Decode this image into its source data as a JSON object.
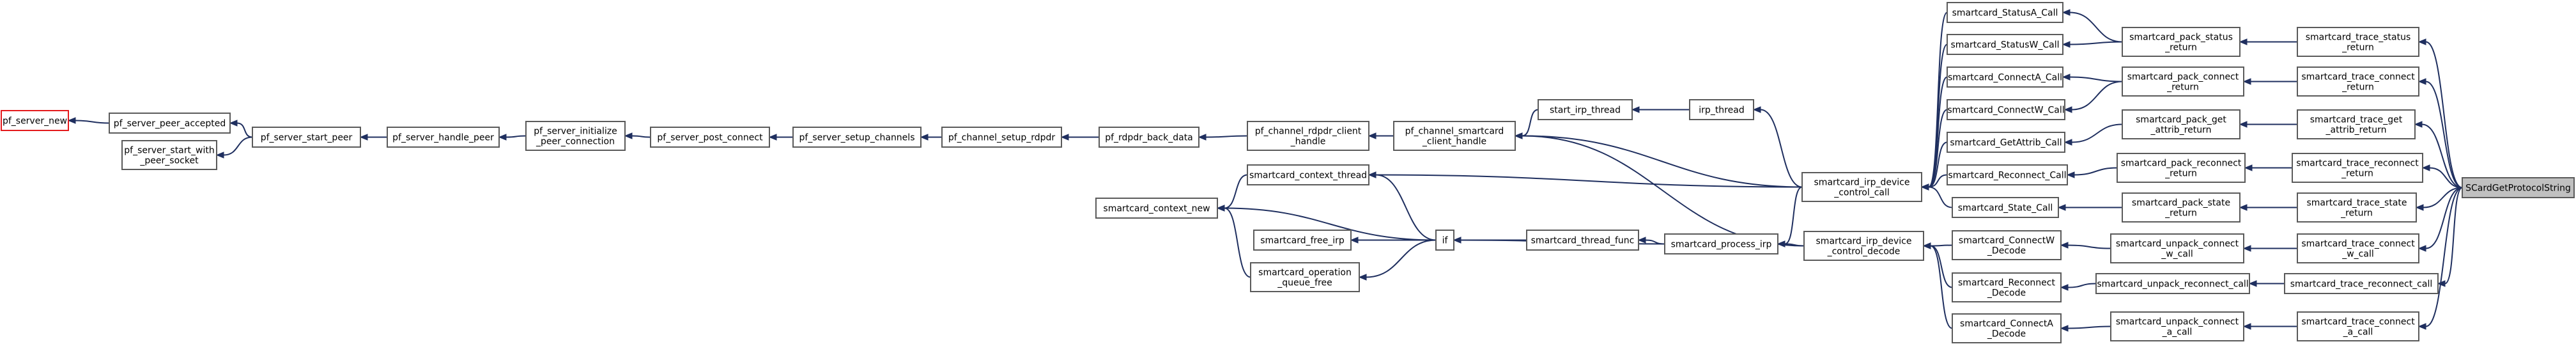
{
  "nodes": {
    "pf_server_new": {
      "lines": [
        "pf_server_new"
      ],
      "highlight": "red"
    },
    "pf_server_peer_accepted": {
      "lines": [
        "pf_server_peer_accepted"
      ]
    },
    "pf_server_start_with_peer_socket": {
      "lines": [
        "pf_server_start_with",
        "_peer_socket"
      ]
    },
    "pf_server_start_peer": {
      "lines": [
        "pf_server_start_peer"
      ]
    },
    "pf_server_handle_peer": {
      "lines": [
        "pf_server_handle_peer"
      ]
    },
    "pf_server_initialize_peer_connection": {
      "lines": [
        "pf_server_initialize",
        "_peer_connection"
      ]
    },
    "pf_server_post_connect": {
      "lines": [
        "pf_server_post_connect"
      ]
    },
    "pf_server_setup_channels": {
      "lines": [
        "pf_server_setup_channels"
      ]
    },
    "pf_channel_setup_rdpdr": {
      "lines": [
        "pf_channel_setup_rdpdr"
      ]
    },
    "pf_rdpdr_back_data": {
      "lines": [
        "pf_rdpdr_back_data"
      ]
    },
    "pf_channel_rdpdr_client_handle": {
      "lines": [
        "pf_channel_rdpdr_client",
        "_handle"
      ]
    },
    "pf_channel_smartcard_client_handle": {
      "lines": [
        "pf_channel_smartcard",
        "_client_handle"
      ]
    },
    "start_irp_thread": {
      "lines": [
        "start_irp_thread"
      ]
    },
    "irp_thread": {
      "lines": [
        "irp_thread"
      ]
    },
    "smartcard_context_thread": {
      "lines": [
        "smartcard_context_thread"
      ]
    },
    "smartcard_context_new": {
      "lines": [
        "smartcard_context_new"
      ]
    },
    "smartcard_free_irp": {
      "lines": [
        "smartcard_free_irp"
      ]
    },
    "smartcard_operation_queue_free": {
      "lines": [
        "smartcard_operation",
        "_queue_free"
      ]
    },
    "if": {
      "lines": [
        "if"
      ]
    },
    "smartcard_thread_func": {
      "lines": [
        "smartcard_thread_func"
      ]
    },
    "smartcard_process_irp": {
      "lines": [
        "smartcard_process_irp"
      ]
    },
    "smartcard_irp_device_control_call": {
      "lines": [
        "smartcard_irp_device",
        "_control_call"
      ]
    },
    "smartcard_irp_device_control_decode": {
      "lines": [
        "smartcard_irp_device",
        "_control_decode"
      ]
    },
    "smartcard_StatusA_Call": {
      "lines": [
        "smartcard_StatusA_Call"
      ]
    },
    "smartcard_StatusW_Call": {
      "lines": [
        "smartcard_StatusW_Call"
      ]
    },
    "smartcard_ConnectA_Call": {
      "lines": [
        "smartcard_ConnectA_Call"
      ]
    },
    "smartcard_ConnectW_Call": {
      "lines": [
        "smartcard_ConnectW_Call"
      ]
    },
    "smartcard_GetAttrib_Call": {
      "lines": [
        "smartcard_GetAttrib_Call"
      ]
    },
    "smartcard_Reconnect_Call": {
      "lines": [
        "smartcard_Reconnect_Call"
      ]
    },
    "smartcard_State_Call": {
      "lines": [
        "smartcard_State_Call"
      ]
    },
    "smartcard_ConnectW_Decode": {
      "lines": [
        "smartcard_ConnectW",
        "_Decode"
      ]
    },
    "smartcard_Reconnect_Decode": {
      "lines": [
        "smartcard_Reconnect",
        "_Decode"
      ]
    },
    "smartcard_ConnectA_Decode": {
      "lines": [
        "smartcard_ConnectA",
        "_Decode"
      ]
    },
    "smartcard_pack_status_return": {
      "lines": [
        "smartcard_pack_status",
        "_return"
      ]
    },
    "smartcard_pack_connect_return": {
      "lines": [
        "smartcard_pack_connect",
        "_return"
      ]
    },
    "smartcard_pack_get_attrib_return": {
      "lines": [
        "smartcard_pack_get",
        "_attrib_return"
      ]
    },
    "smartcard_pack_reconnect_return": {
      "lines": [
        "smartcard_pack_reconnect",
        "_return"
      ]
    },
    "smartcard_pack_state_return": {
      "lines": [
        "smartcard_pack_state",
        "_return"
      ]
    },
    "smartcard_unpack_connect_w_call": {
      "lines": [
        "smartcard_unpack_connect",
        "_w_call"
      ]
    },
    "smartcard_unpack_reconnect_call": {
      "lines": [
        "smartcard_unpack_reconnect_call"
      ]
    },
    "smartcard_unpack_connect_a_call": {
      "lines": [
        "smartcard_unpack_connect",
        "_a_call"
      ]
    },
    "smartcard_trace_status_return": {
      "lines": [
        "smartcard_trace_status",
        "_return"
      ]
    },
    "smartcard_trace_connect_return": {
      "lines": [
        "smartcard_trace_connect",
        "_return"
      ]
    },
    "smartcard_trace_get_attrib_return": {
      "lines": [
        "smartcard_trace_get",
        "_attrib_return"
      ]
    },
    "smartcard_trace_reconnect_return": {
      "lines": [
        "smartcard_trace_reconnect",
        "_return"
      ]
    },
    "smartcard_trace_state_return": {
      "lines": [
        "smartcard_trace_state",
        "_return"
      ]
    },
    "smartcard_trace_connect_w_call": {
      "lines": [
        "smartcard_trace_connect",
        "_w_call"
      ]
    },
    "smartcard_trace_reconnect_call": {
      "lines": [
        "smartcard_trace_reconnect_call"
      ]
    },
    "smartcard_trace_connect_a_call": {
      "lines": [
        "smartcard_trace_connect",
        "_a_call"
      ]
    },
    "SCardGetProtocolString": {
      "lines": [
        "SCardGetProtocolString"
      ],
      "highlight": "root"
    }
  },
  "edges": [
    [
      "pf_server_peer_accepted",
      "pf_server_new"
    ],
    [
      "pf_server_start_peer",
      "pf_server_peer_accepted"
    ],
    [
      "pf_server_start_peer",
      "pf_server_start_with_peer_socket"
    ],
    [
      "pf_server_handle_peer",
      "pf_server_start_peer"
    ],
    [
      "pf_server_initialize_peer_connection",
      "pf_server_handle_peer"
    ],
    [
      "pf_server_post_connect",
      "pf_server_initialize_peer_connection"
    ],
    [
      "pf_server_setup_channels",
      "pf_server_post_connect"
    ],
    [
      "pf_channel_setup_rdpdr",
      "pf_server_setup_channels"
    ],
    [
      "pf_rdpdr_back_data",
      "pf_channel_setup_rdpdr"
    ],
    [
      "pf_channel_rdpdr_client_handle",
      "pf_rdpdr_back_data"
    ],
    [
      "pf_channel_smartcard_client_handle",
      "pf_channel_rdpdr_client_handle"
    ],
    [
      "start_irp_thread",
      "pf_channel_smartcard_client_handle"
    ],
    [
      "irp_thread",
      "start_irp_thread"
    ],
    [
      "smartcard_irp_device_control_call",
      "irp_thread"
    ],
    [
      "smartcard_irp_device_control_call",
      "pf_channel_smartcard_client_handle"
    ],
    [
      "smartcard_irp_device_control_call",
      "smartcard_context_thread"
    ],
    [
      "smartcard_context_thread",
      "smartcard_context_new"
    ],
    [
      "if",
      "smartcard_context_new"
    ],
    [
      "if",
      "smartcard_free_irp"
    ],
    [
      "if",
      "smartcard_operation_queue_free"
    ],
    [
      "if",
      "smartcard_context_thread"
    ],
    [
      "smartcard_operation_queue_free",
      "smartcard_context_new"
    ],
    [
      "smartcard_thread_func",
      "if"
    ],
    [
      "smartcard_process_irp",
      "smartcard_thread_func"
    ],
    [
      "smartcard_process_irp",
      "if"
    ],
    [
      "smartcard_irp_device_control_call",
      "smartcard_process_irp"
    ],
    [
      "smartcard_irp_device_control_decode",
      "smartcard_process_irp"
    ],
    [
      "smartcard_irp_device_control_decode",
      "pf_channel_smartcard_client_handle"
    ],
    [
      "smartcard_StatusA_Call",
      "smartcard_irp_device_control_call"
    ],
    [
      "smartcard_StatusW_Call",
      "smartcard_irp_device_control_call"
    ],
    [
      "smartcard_ConnectA_Call",
      "smartcard_irp_device_control_call"
    ],
    [
      "smartcard_ConnectW_Call",
      "smartcard_irp_device_control_call"
    ],
    [
      "smartcard_GetAttrib_Call",
      "smartcard_irp_device_control_call"
    ],
    [
      "smartcard_Reconnect_Call",
      "smartcard_irp_device_control_call"
    ],
    [
      "smartcard_State_Call",
      "smartcard_irp_device_control_call"
    ],
    [
      "smartcard_ConnectW_Decode",
      "smartcard_irp_device_control_decode"
    ],
    [
      "smartcard_Reconnect_Decode",
      "smartcard_irp_device_control_decode"
    ],
    [
      "smartcard_ConnectA_Decode",
      "smartcard_irp_device_control_decode"
    ],
    [
      "smartcard_pack_status_return",
      "smartcard_StatusA_Call"
    ],
    [
      "smartcard_pack_status_return",
      "smartcard_StatusW_Call"
    ],
    [
      "smartcard_pack_connect_return",
      "smartcard_ConnectA_Call"
    ],
    [
      "smartcard_pack_connect_return",
      "smartcard_ConnectW_Call"
    ],
    [
      "smartcard_pack_get_attrib_return",
      "smartcard_GetAttrib_Call"
    ],
    [
      "smartcard_pack_reconnect_return",
      "smartcard_Reconnect_Call"
    ],
    [
      "smartcard_pack_state_return",
      "smartcard_State_Call"
    ],
    [
      "smartcard_unpack_connect_w_call",
      "smartcard_ConnectW_Decode"
    ],
    [
      "smartcard_unpack_reconnect_call",
      "smartcard_Reconnect_Decode"
    ],
    [
      "smartcard_unpack_connect_a_call",
      "smartcard_ConnectA_Decode"
    ],
    [
      "smartcard_trace_status_return",
      "smartcard_pack_status_return"
    ],
    [
      "smartcard_trace_connect_return",
      "smartcard_pack_connect_return"
    ],
    [
      "smartcard_trace_get_attrib_return",
      "smartcard_pack_get_attrib_return"
    ],
    [
      "smartcard_trace_reconnect_return",
      "smartcard_pack_reconnect_return"
    ],
    [
      "smartcard_trace_state_return",
      "smartcard_pack_state_return"
    ],
    [
      "smartcard_trace_connect_w_call",
      "smartcard_unpack_connect_w_call"
    ],
    [
      "smartcard_trace_reconnect_call",
      "smartcard_unpack_reconnect_call"
    ],
    [
      "smartcard_trace_connect_a_call",
      "smartcard_unpack_connect_a_call"
    ],
    [
      "SCardGetProtocolString",
      "smartcard_trace_status_return"
    ],
    [
      "SCardGetProtocolString",
      "smartcard_trace_connect_return"
    ],
    [
      "SCardGetProtocolString",
      "smartcard_trace_get_attrib_return"
    ],
    [
      "SCardGetProtocolString",
      "smartcard_trace_reconnect_return"
    ],
    [
      "SCardGetProtocolString",
      "smartcard_trace_state_return"
    ],
    [
      "SCardGetProtocolString",
      "smartcard_trace_connect_w_call"
    ],
    [
      "SCardGetProtocolString",
      "smartcard_trace_reconnect_call"
    ],
    [
      "SCardGetProtocolString",
      "smartcard_trace_connect_a_call"
    ]
  ]
}
